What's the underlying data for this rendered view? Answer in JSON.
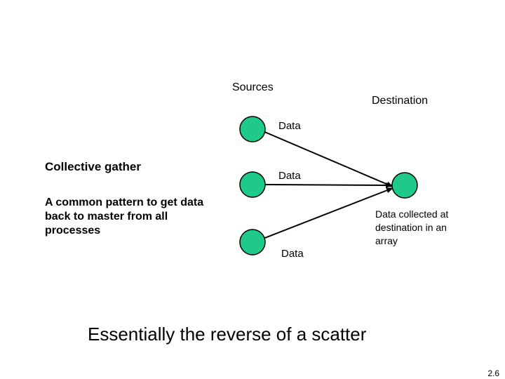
{
  "slide": {
    "title": "Collective gather",
    "description": "A common pattern to get data back to master from all processes",
    "summary": "Essentially the reverse of a scatter",
    "slide_number": "2.6"
  },
  "diagram": {
    "sources_label": "Sources",
    "destination_label": "Destination",
    "source_nodes": [
      {
        "label": "Data"
      },
      {
        "label": "Data"
      },
      {
        "label": "Data"
      }
    ],
    "destination_note": "Data collected at destination in an array",
    "node_color": "#1fc98a",
    "edge_color": "#000000"
  }
}
